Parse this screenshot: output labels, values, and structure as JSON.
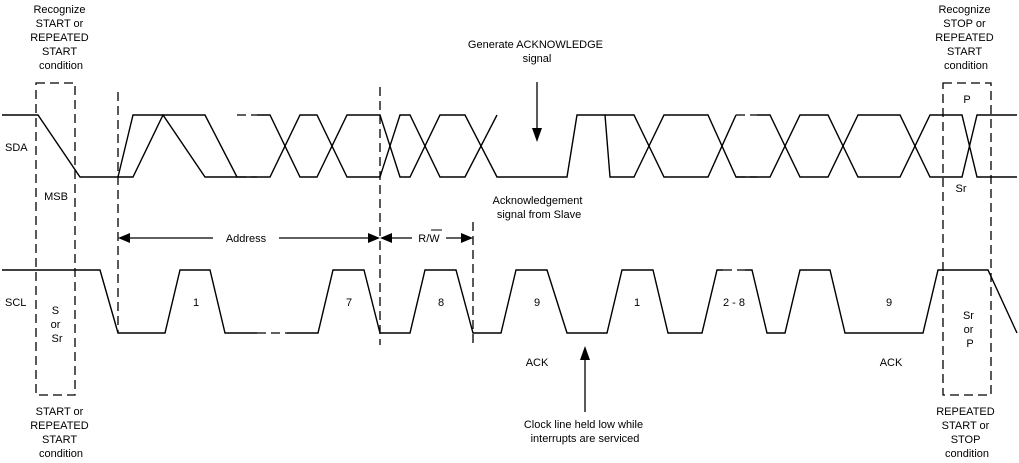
{
  "signals": {
    "sda": "SDA",
    "scl": "SCL"
  },
  "top_notes": {
    "start_recognize": [
      "Recognize",
      "START or",
      "REPEATED",
      "START",
      "condition"
    ],
    "ack_generate": [
      "Generate ACKNOWLEDGE",
      "signal"
    ],
    "stop_recognize": [
      "Recognize",
      "STOP or",
      "REPEATED",
      "START",
      "condition"
    ]
  },
  "middle_notes": {
    "msb": "MSB",
    "ack_from_slave": [
      "Acknowledgement",
      "signal from Slave"
    ],
    "stop_p": "P",
    "stop_sr": "Sr",
    "address": "Address",
    "rw": "R/W"
  },
  "clock_labels": {
    "start_cond": [
      "S",
      "or",
      "Sr"
    ],
    "pulse_1": "1",
    "pulse_7": "7",
    "pulse_8": "8",
    "pulse_9": "9",
    "pulse_1b": "1",
    "pulse_2_8": "2 - 8",
    "pulse_9b": "9",
    "end_cond": [
      "Sr",
      "or",
      "P"
    ],
    "ack_1": "ACK",
    "ack_2": "ACK"
  },
  "bottom_notes": {
    "start_cond": [
      "START or",
      "REPEATED",
      "START",
      "condition"
    ],
    "clock_held": [
      "Clock line held low while",
      "interrupts are serviced"
    ],
    "end_cond": [
      "REPEATED",
      "START or",
      "STOP",
      "condition"
    ]
  }
}
